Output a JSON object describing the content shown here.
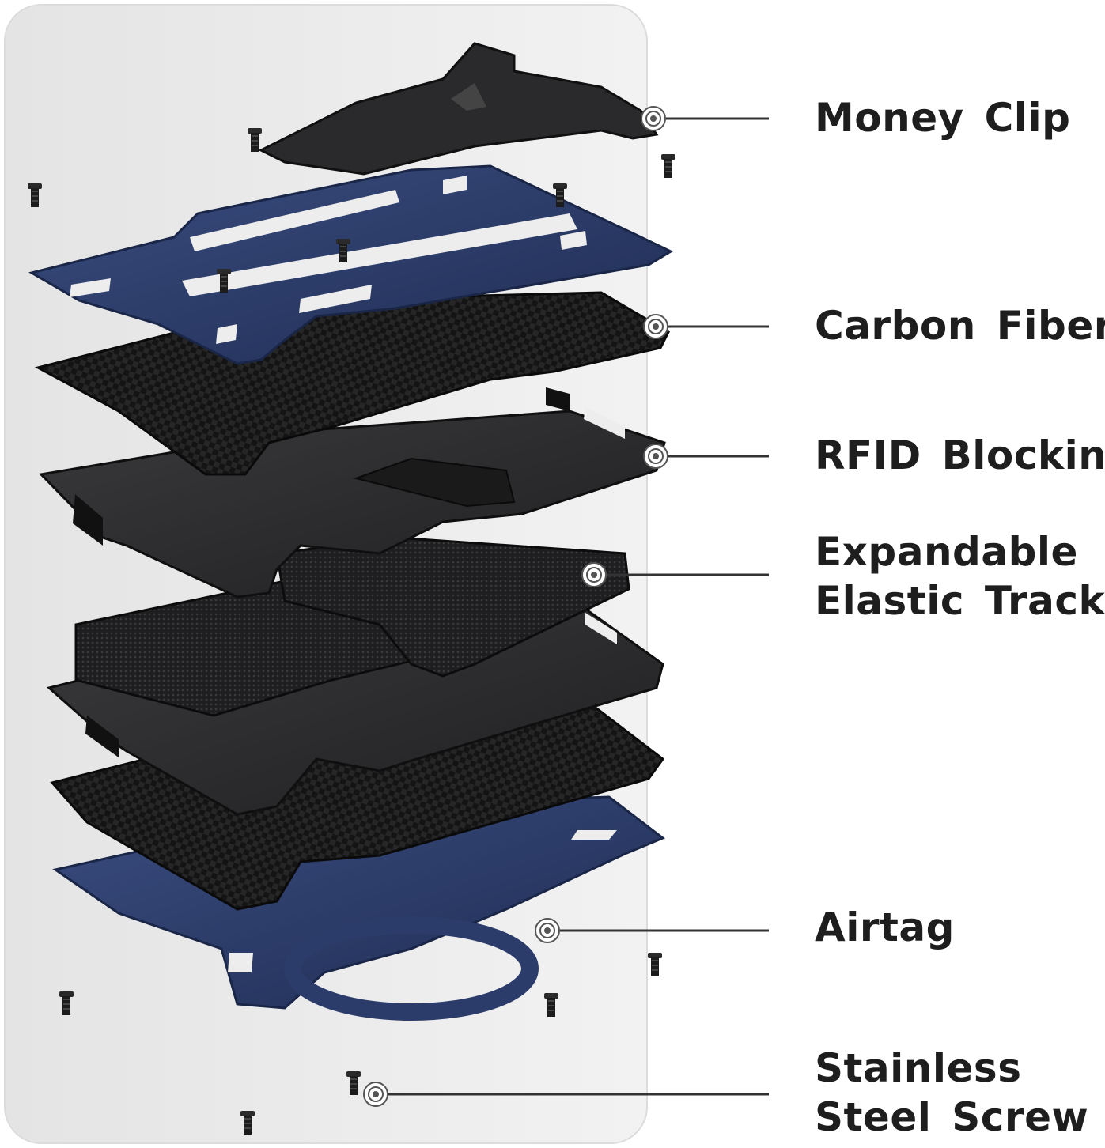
{
  "callouts": [
    {
      "id": "money-clip",
      "lines": [
        "Money Clip"
      ]
    },
    {
      "id": "carbon-fiber",
      "lines": [
        "Carbon Fiber"
      ]
    },
    {
      "id": "rfid-blocking",
      "lines": [
        "RFID Blocking"
      ]
    },
    {
      "id": "elastic-track",
      "lines": [
        "Expandable",
        "Elastic Track"
      ]
    },
    {
      "id": "airtag",
      "lines": [
        "Airtag"
      ]
    },
    {
      "id": "steel-screw",
      "lines": [
        "Stainless",
        "Steel Screw"
      ]
    }
  ],
  "colors": {
    "panel": "#ededed",
    "blue_plate": "#2b3c6a",
    "blue_edge": "#1a2648",
    "carbon": "#161616",
    "rfid_plate": "#2b2b2d",
    "elastic": "#1f1f21",
    "screw": "#222222",
    "label_text": "#1e1e1e",
    "leader_line": "#333333"
  }
}
